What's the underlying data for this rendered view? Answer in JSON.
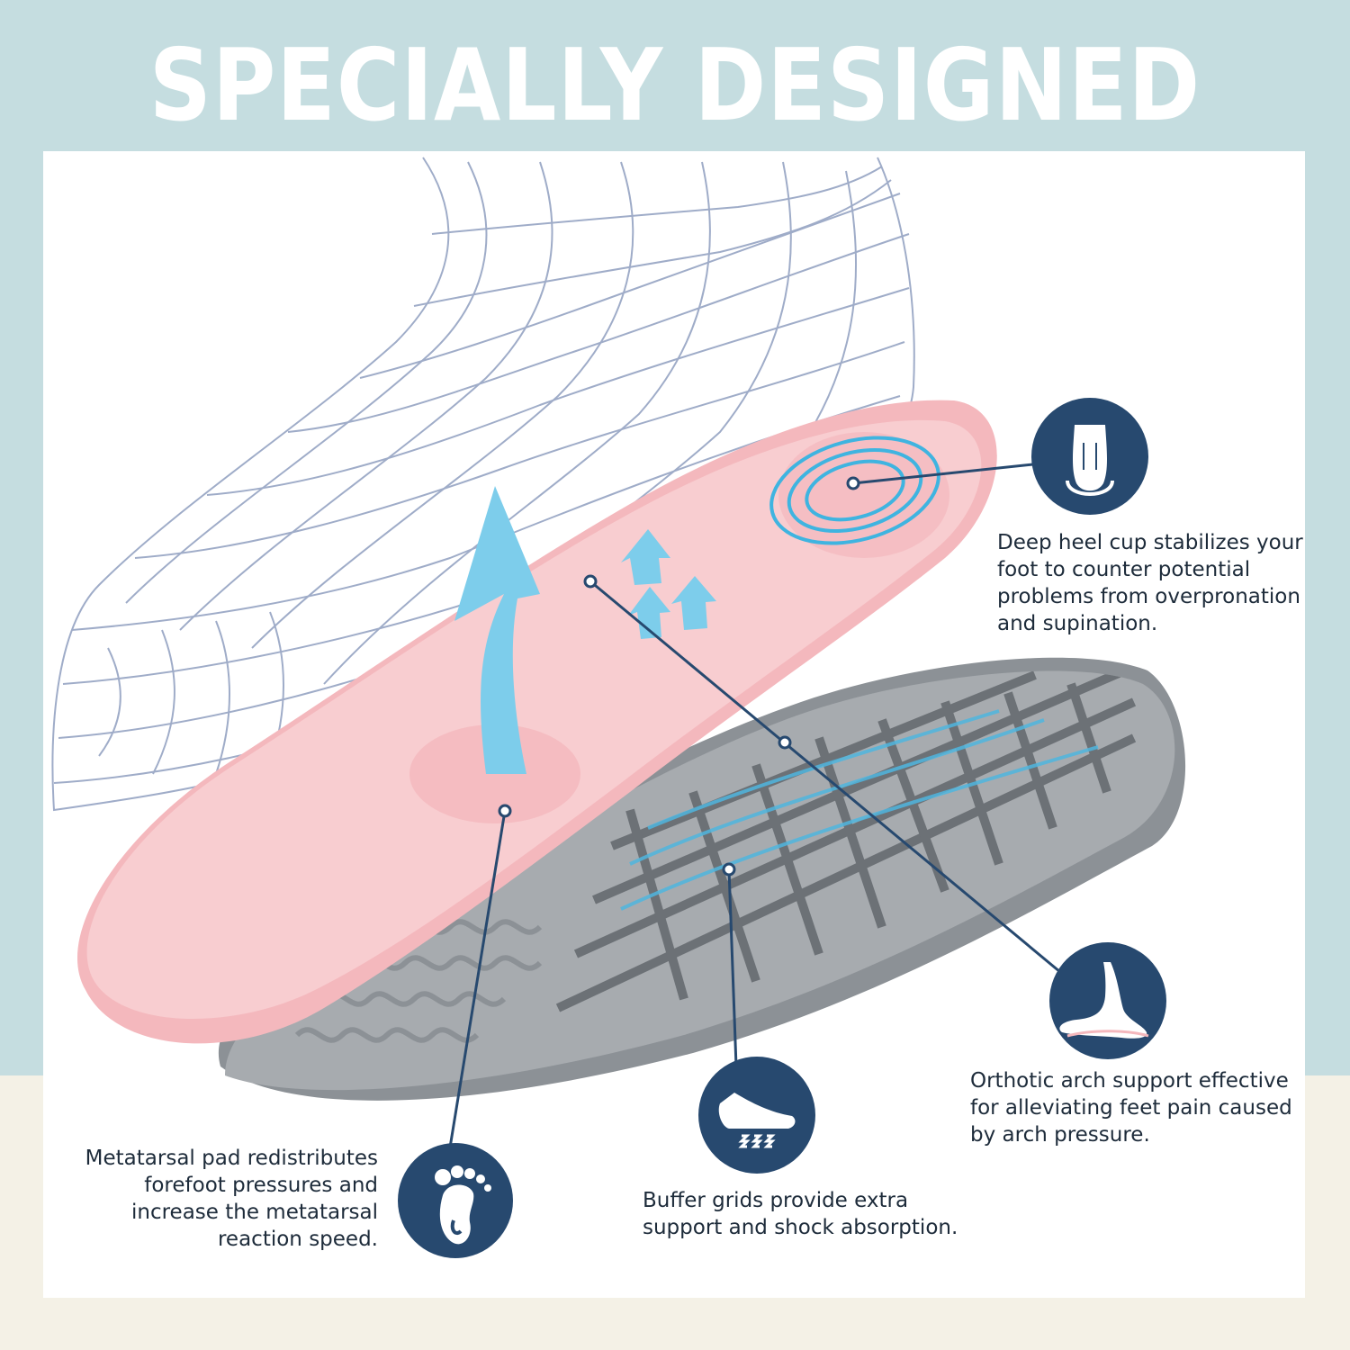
{
  "title": "Specially Designed Insoles",
  "features": {
    "heel_cup": {
      "icon": "heel-cup-icon",
      "text": "Deep heel cup stabilizes your foot to counter potential problems from overpronation and supination."
    },
    "arch_support": {
      "icon": "arch-foot-icon",
      "text": "Orthotic arch support effective for alleviating feet pain caused by arch pressure."
    },
    "buffer_grids": {
      "icon": "shock-absorb-shoe-icon",
      "text": "Buffer grids provide extra support and shock absorption."
    },
    "metatarsal_pad": {
      "icon": "footprint-icon",
      "text": "Metatarsal pad redistributes forefoot pressures and increase the metatarsal reaction speed."
    }
  },
  "colors": {
    "accent": "#27496f",
    "background_blue": "#c5dde0",
    "insole_pink": "#f6c7cb",
    "sole_gray": "#8c9196",
    "arrow_blue": "#6ec6e8"
  }
}
